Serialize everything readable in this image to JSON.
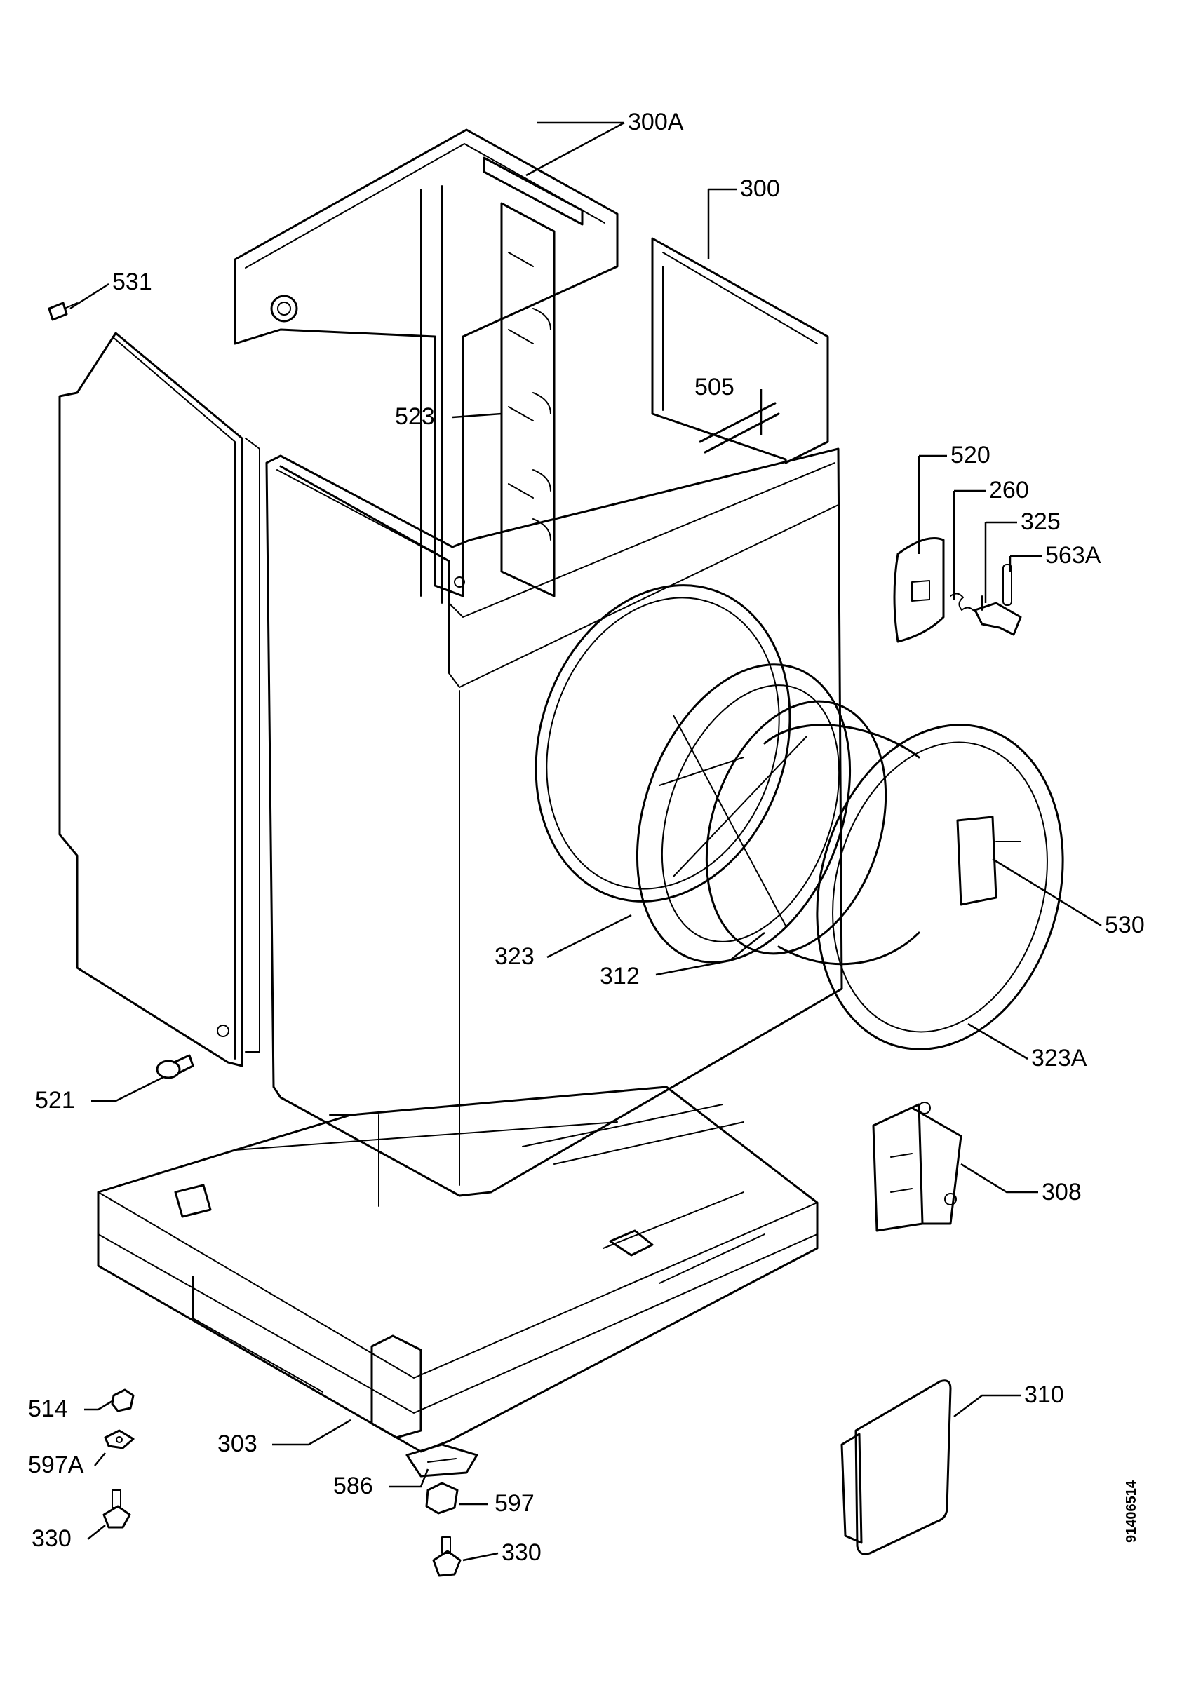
{
  "doc_code": "91406514",
  "parts": {
    "p300A": "300A",
    "p300": "300",
    "p531": "531",
    "p505": "505",
    "p523": "523",
    "p520": "520",
    "p260": "260",
    "p325": "325",
    "p563A": "563A",
    "p323": "323",
    "p312": "312",
    "p530": "530",
    "p323A": "323A",
    "p521": "521",
    "p308": "308",
    "p514": "514",
    "p597A": "597A",
    "p303": "303",
    "p586": "586",
    "p597": "597",
    "p330a": "330",
    "p330b": "330",
    "p310": "310"
  }
}
